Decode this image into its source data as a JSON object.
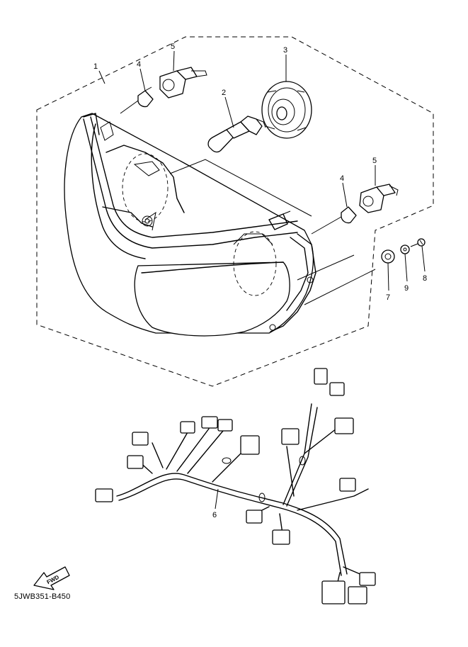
{
  "diagram_code": "5JWB351-B450",
  "fwd_label": "FWD",
  "callouts": {
    "c1": "1",
    "c2": "2",
    "c3": "3",
    "c4a": "4",
    "c4b": "4",
    "c5a": "5",
    "c5b": "5",
    "c6": "6",
    "c7": "7",
    "c8": "8",
    "c9": "9"
  }
}
